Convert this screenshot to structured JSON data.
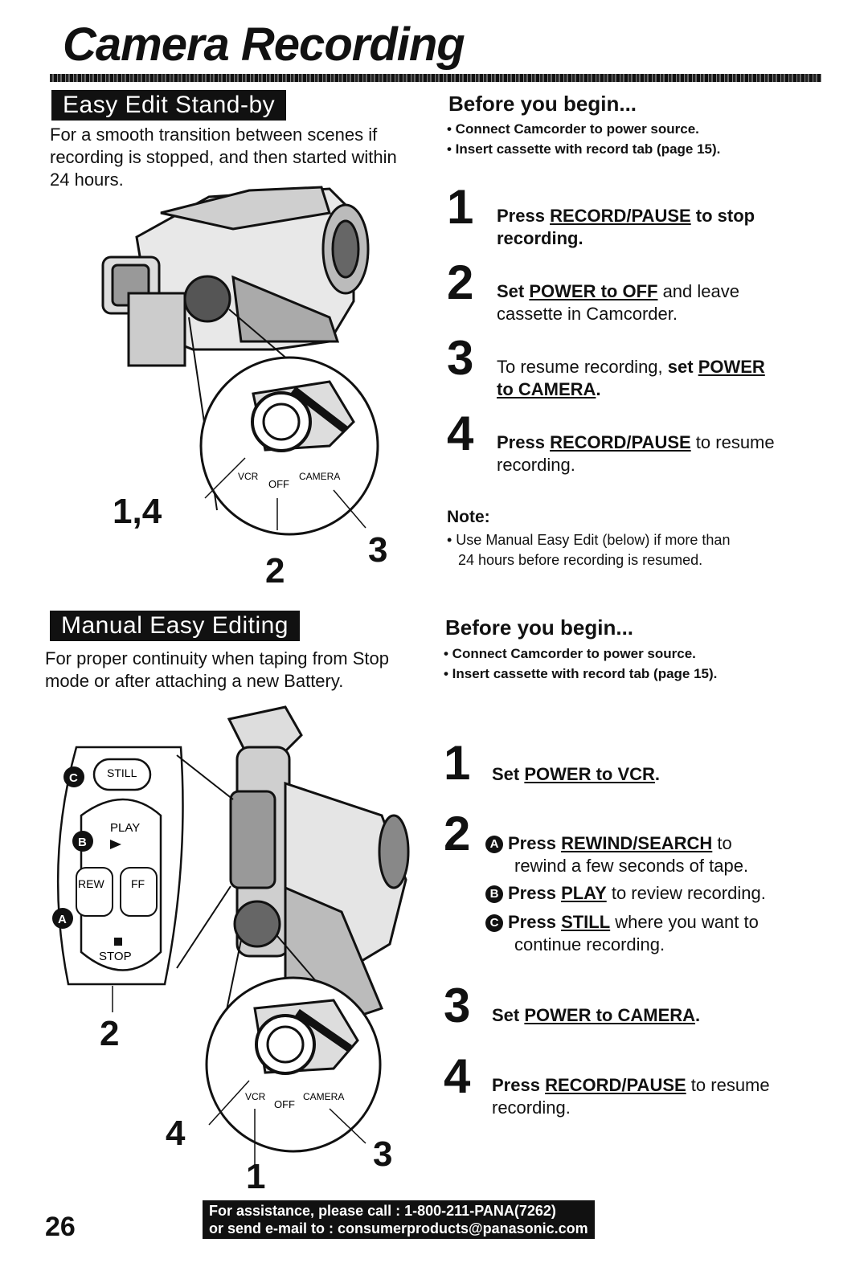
{
  "title": "Camera Recording",
  "section1": {
    "banner": "Easy Edit Stand-by",
    "intro_l1": "For a smooth transition between scenes if",
    "intro_l2": "recording is stopped, and then started within",
    "intro_l3": "24 hours.",
    "before_title": "Before you begin...",
    "bullets": [
      "• Connect Camcorder to power source.",
      "• Insert cassette with record tab (page 15)."
    ],
    "steps": [
      {
        "n": "1",
        "a": "Press ",
        "b": "RECORD/PAUSE",
        "c": " to stop",
        "d": "recording."
      },
      {
        "n": "2",
        "a": "Set ",
        "b": "POWER to OFF",
        "c": " and leave",
        "d": "cassette in Camcorder."
      },
      {
        "n": "3",
        "a": "To resume recording, ",
        "b": "set ",
        "c": "POWER",
        "d": "to CAMERA",
        "e": "."
      },
      {
        "n": "4",
        "a": "Press ",
        "b": "RECORD/PAUSE",
        "c": " to resume",
        "d": "recording."
      }
    ],
    "note_title": "Note:",
    "note_l1": "• Use Manual Easy Edit (below) if more than",
    "note_l2": "24 hours before recording is resumed.",
    "dial_labels": {
      "vcr": "VCR",
      "off": "OFF",
      "camera": "CAMERA"
    },
    "callouts": {
      "a": "1,4",
      "b": "2",
      "c": "3"
    }
  },
  "section2": {
    "banner": "Manual Easy Editing",
    "intro_l1": "For proper continuity when taping from Stop",
    "intro_l2": "mode or after attaching a new Battery.",
    "before_title": "Before you begin...",
    "bullets": [
      "• Connect Camcorder to power source.",
      "• Insert cassette with record tab (page 15)."
    ],
    "step1": {
      "n": "1",
      "a": "Set ",
      "b": "POWER to VCR",
      "c": "."
    },
    "step2": {
      "n": "2",
      "A": {
        "badge": "A",
        "a": "Press ",
        "b": "REWIND/SEARCH",
        "c": " to",
        "d": "rewind a few seconds of tape."
      },
      "B": {
        "badge": "B",
        "a": "Press ",
        "b": "PLAY",
        "c": " to review recording."
      },
      "C": {
        "badge": "C",
        "a": "Press ",
        "b": "STILL",
        "c": " where you want to",
        "d": "continue recording."
      }
    },
    "step3": {
      "n": "3",
      "a": "Set ",
      "b": "POWER to CAMERA",
      "c": "."
    },
    "step4": {
      "n": "4",
      "a": "Press ",
      "b": "RECORD/PAUSE",
      "c": " to resume",
      "d": "recording."
    },
    "buttons": {
      "still": "STILL",
      "play": "PLAY",
      "rew": "REW",
      "ff": "FF",
      "stop": "STOP",
      "badgeA": "A",
      "badgeB": "B",
      "badgeC": "C"
    },
    "dial_labels": {
      "vcr": "VCR",
      "off": "OFF",
      "camera": "CAMERA"
    },
    "callouts": {
      "a": "2",
      "b": "4",
      "c": "3",
      "d": "1"
    }
  },
  "footer": {
    "page": "26",
    "assist_l1": "For assistance, please call : 1-800-211-PANA(7262)",
    "assist_l2": "or send e-mail to : consumerproducts@panasonic.com"
  }
}
